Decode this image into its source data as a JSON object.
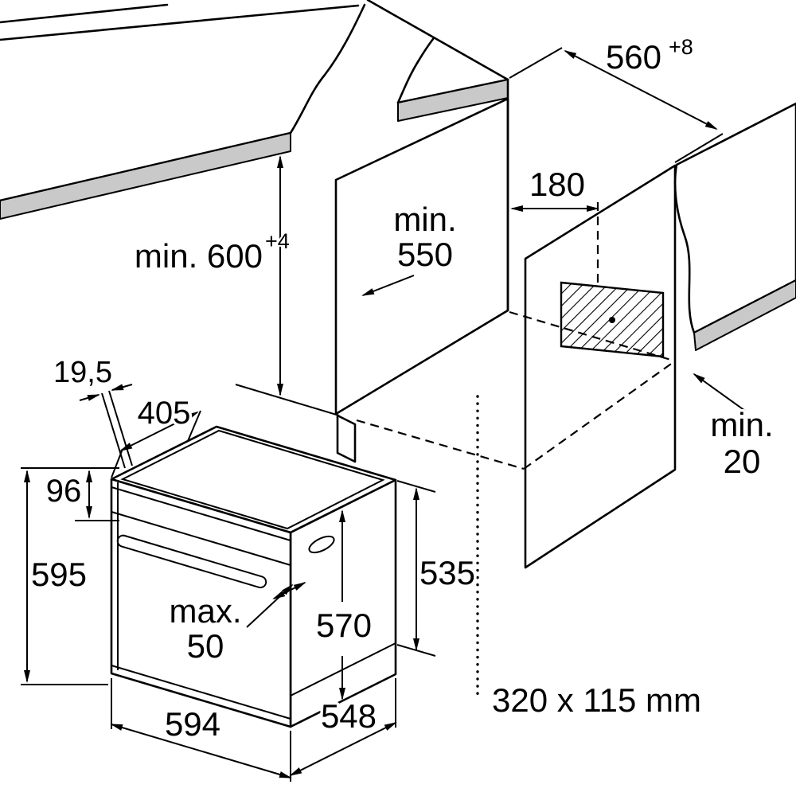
{
  "diagram": {
    "type": "oven-installation-diagram",
    "labels": {
      "niche_height": "min. 600",
      "niche_height_sup": "+4",
      "niche_depth_1": "min.",
      "niche_depth_2": "550",
      "vent_offset": "180",
      "niche_width": "560",
      "niche_width_sup": "+8",
      "rear_gap_1": "min.",
      "rear_gap_2": "20",
      "vent_size": "320 x 115 mm",
      "door_gap": "19,5",
      "top_depth": "405",
      "panel_height": "96",
      "oven_height": "595",
      "handle_1": "max.",
      "handle_2": "50",
      "door_height": "570",
      "body_height": "535",
      "oven_width": "594",
      "oven_depth": "548"
    }
  }
}
